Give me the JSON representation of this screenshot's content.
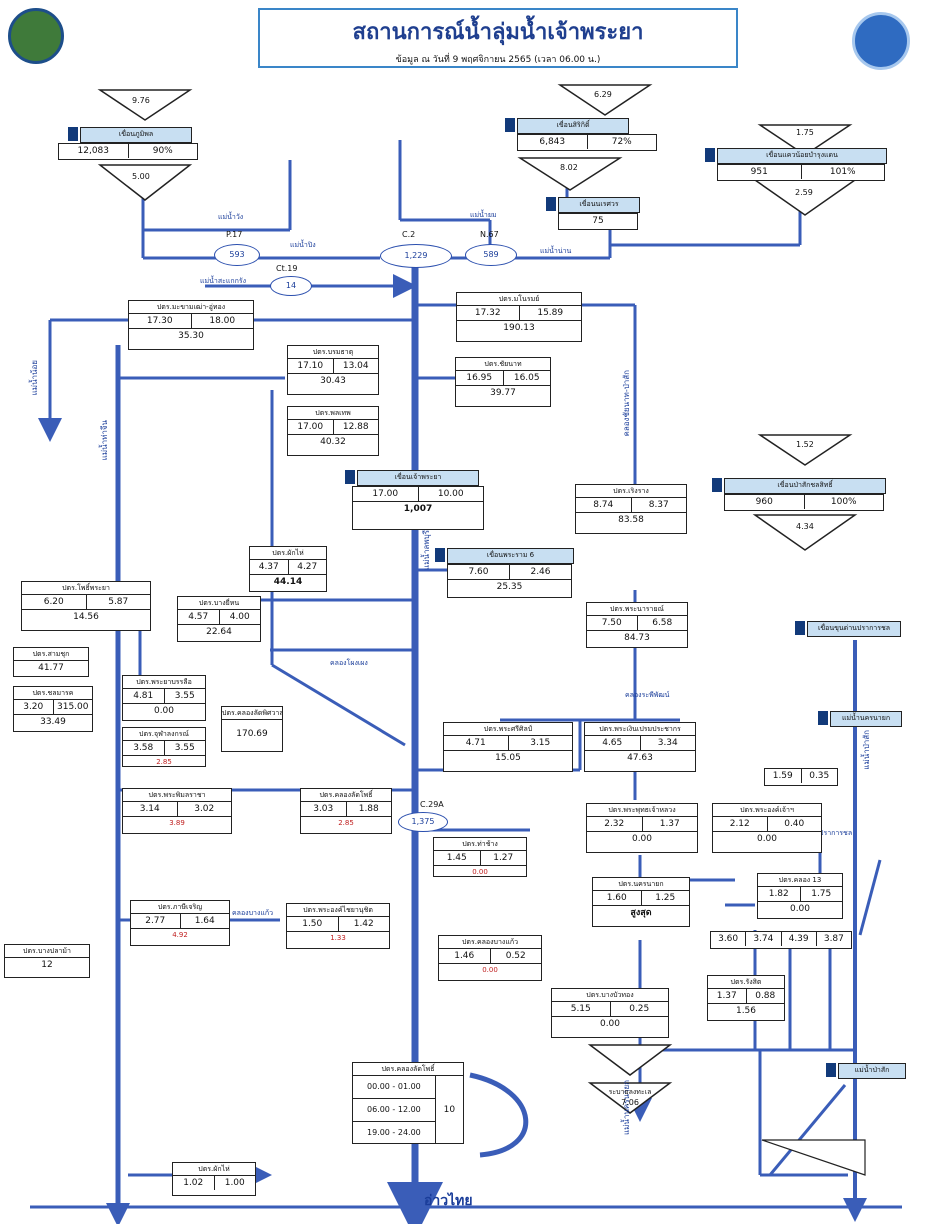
{
  "header": {
    "title": "สถานการณ์น้ำลุ่มน้ำเจ้าพระยา",
    "subtitle": "ข้อมูล ณ วันที่ 9 พฤศจิกายน 2565 (เวลา 06.00 น.)"
  },
  "dams": {
    "bhumibol": {
      "inflow": "9.76",
      "name": "เขื่อนภูมิพล",
      "volume": "12,083",
      "pct": "90%",
      "outflow": "5.00"
    },
    "sirikit": {
      "inflow": "6.29",
      "name": "เขื่อนสิริกิติ์",
      "volume": "6,843",
      "pct": "72%",
      "outflow": "8.02"
    },
    "kwae_noi": {
      "inflow": "1.75",
      "name": "เขื่อนแควน้อยบำรุงแดน",
      "volume": "951",
      "pct": "101%",
      "outflow": "2.59"
    },
    "naresuan": {
      "name": "เขื่อนนเรศวร",
      "value": "75"
    },
    "pasak": {
      "inflow": "1.52",
      "name": "เขื่อนป่าสักชลสิทธิ์",
      "volume": "960",
      "pct": "100%",
      "outflow": "4.34"
    },
    "chaophraya": {
      "name": "เขื่อนเจ้าพระยา",
      "left": "17.00",
      "right": "10.00",
      "total": "1,007"
    },
    "rama6": {
      "name": "เขื่อนพระราม 6",
      "left": "7.60",
      "right": "2.46",
      "total": "25.35"
    }
  },
  "stations": {
    "p17": {
      "code": "P.17",
      "value": "593"
    },
    "c2": {
      "code": "C.2",
      "value": "1,229"
    },
    "n67": {
      "code": "N.67",
      "value": "589"
    },
    "ct19": {
      "code": "Ct.19",
      "value": "14"
    }
  },
  "rivers": {
    "ping": "แม่น้ำปิง",
    "wang": "แม่น้ำวัง",
    "yom": "แม่น้ำยม",
    "nan": "แม่น้ำน่าน",
    "sakaekrang": "แม่น้ำสะแกกรัง",
    "tha_chin": "แม่น้ำท่าจีน",
    "noi": "แม่น้ำน้อย",
    "pasak": "แม่น้ำป่าสัก",
    "chai_nat_pasak": "คลองชัยนาท-ป่าสัก",
    "klong_pho": "คลองโผงเผง",
    "bang_kaeo": "คลองบางแก้ว",
    "lop_buri": "แม่น้ำลพบุรี",
    "raphiphat": "คลองระพีพัฒน์",
    "khun_dan": "เขื่อนขุนด่านปราการชล",
    "nakhon_nayok": "แม่น้ำนครนายก",
    "sea": "อ่าวไทย"
  },
  "regulators": {
    "makham_thao": {
      "name": "ปตร.มะขามเฒ่า-อู่ทอง",
      "a": "17.30",
      "b": "18.00",
      "total": "35.30"
    },
    "manorom": {
      "name": "ปตร.มโนรมย์",
      "a": "17.32",
      "b": "15.89",
      "total": "190.13"
    },
    "borommathat": {
      "name": "ปตร.บรมธาตุ",
      "a": "17.10",
      "b": "13.04",
      "total": "30.43"
    },
    "chai_nat": {
      "name": "ปตร.ชัยนาท",
      "a": "16.95",
      "b": "16.05",
      "total": "39.77"
    },
    "pho_phraya": {
      "name": "ปตร.พลเทพ",
      "a": "17.00",
      "b": "12.88",
      "total": "40.32"
    },
    "ban_chat": {
      "name": "ปตร.เริงราง",
      "a": "8.74",
      "b": "8.37",
      "total": "83.58"
    },
    "phak_hai": {
      "name": "ปตร.ผักไห่",
      "a": "4.37",
      "b": "4.27",
      "total": "44.14"
    },
    "pho_sat": {
      "name": "ปตร.โพธิ์พระยา",
      "a": "6.20",
      "b": "5.87",
      "total": "14.56"
    },
    "bang_yi_hon": {
      "name": "ปตร.บางยี่หน",
      "a": "4.57",
      "b": "4.00",
      "total": "22.64"
    },
    "sao_hai": {
      "name": "ปตร.พระนารายณ์",
      "a": "7.50",
      "b": "6.58",
      "total": "84.73"
    },
    "phraya_banlue": {
      "name": "ปตร.พระยาบรรลือ",
      "a": "4.81",
      "b": "3.55",
      "total": "0.00"
    },
    "sri_sa_ket": {
      "name": "ปตร.พระศรีศิลป์",
      "a": "4.71",
      "b": "3.15",
      "total": "15.05"
    },
    "khlong_ban": {
      "name": "ปตร.พระเงินเปรมประชากร",
      "a": "4.65",
      "b": "3.34",
      "total": "47.63"
    },
    "chulalongkorn": {
      "name": "ปตร.จุฬาลงกรณ์",
      "a": "3.58",
      "b": "3.55",
      "sub": "2.85"
    },
    "phong_pheng": {
      "name": "ปตร.พระพิมลราชา",
      "a": "3.14",
      "b": "3.02",
      "sub": "3.89"
    },
    "bang_sai": {
      "name": "ปตร.คลองลัดโพธิ์",
      "a": "3.03",
      "b": "1.88",
      "sub": "2.85"
    },
    "nong_yai": {
      "name": "ปตร.ภาษีเจริญ",
      "a": "2.77",
      "b": "1.64",
      "sub": "4.92"
    },
    "ban_pho": {
      "name": "ปตร.พระองค์ไชยานุชิต",
      "a": "1.50",
      "b": "1.42",
      "sub": "1.33"
    },
    "bang_kaeo": {
      "name": "ปตร.คลองบางแก้ว",
      "a": "1.46",
      "b": "0.52",
      "sub": "0.00"
    },
    "raphi_r": {
      "name": "ปตร.พระพุทธเจ้าหลวง",
      "a": "2.32",
      "b": "1.37",
      "total": "0.00"
    },
    "phra_ong": {
      "name": "ปตร.พระองค์เจ้าฯ",
      "a": "2.12",
      "b": "0.40",
      "total": "0.00"
    },
    "wang_mon": {
      "name": "ปตร.ท่าช้าง",
      "a": "1.45",
      "b": "1.27",
      "total": "0.00"
    },
    "nakhon_nayok_r": {
      "name": "ปตร.นครนายก",
      "a": "1.60",
      "b": "1.25",
      "total": "สูงสุด"
    },
    "khlong_13": {
      "name": "ปตร.คลอง 13",
      "a": "1.82",
      "b": "1.75",
      "total": "0.00"
    },
    "bang_chan": {
      "name": "ปตร.บางบัวทอง",
      "a": "5.15",
      "b": "0.25",
      "total": "0.00"
    },
    "rangsit": {
      "name": "ปตร.รังสิต",
      "a": "1.37",
      "b": "0.88",
      "total": "1.56"
    },
    "chanthaburi": {
      "name": "ปตร.ผักไห่",
      "a": "1.02",
      "b": "1.00"
    },
    "tha_chin_left": {
      "name": "ปตร.สามชุก",
      "value": "41.77"
    },
    "tha_chin_left2": {
      "name": "ปตร.ชลมารค",
      "a": "3.20",
      "b": "315.00",
      "total": "33.49"
    },
    "lower_left": {
      "name": "ปตร.บางปลาม้า",
      "value": "12"
    },
    "storage_box": {
      "name": "ปตร.คลองลัดพิศวาสเป็น",
      "value": "170.69"
    },
    "sea_box": {
      "name": "ระบายลงทะเล",
      "value": "7.06"
    }
  },
  "gates": {
    "g1": "3.60",
    "g2": "3.74",
    "g3": "4.39",
    "g4": "3.87",
    "g5": "1.59",
    "g6": "0.35"
  },
  "c29": {
    "code": "C.29A",
    "value": "1,375"
  },
  "tide": {
    "title": "ปตร.คลองลัดโพธิ์",
    "rows": [
      "00.00 - 01.00",
      "06.00 - 12.00",
      "19.00 - 24.00"
    ],
    "value": "10"
  },
  "labels": {
    "flow_to_sea": "อ่าวไทย"
  },
  "colors": {
    "river": "#3a5db8",
    "dam_fill": "#c8dff2",
    "accent": "#1a3d9a"
  }
}
